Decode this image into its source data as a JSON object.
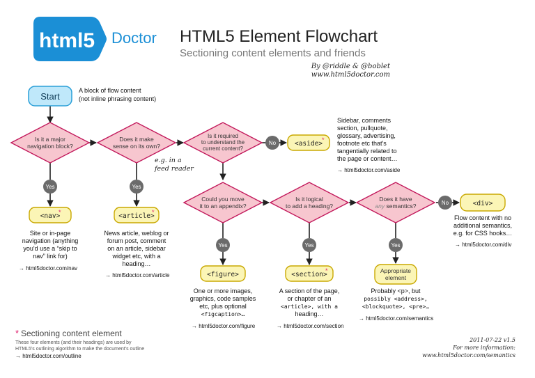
{
  "header": {
    "logo_text": "html5",
    "logo_word": "Doctor",
    "title": "HTML5 Element Flowchart",
    "subtitle": "Sectioning content elements and friends",
    "byline": "By @riddle & @boblet",
    "site": "www.html5doctor.com"
  },
  "start": {
    "label": "Start",
    "note": [
      "A block of flow content",
      "(not inline phrasing content)"
    ]
  },
  "questions": {
    "nav": [
      "Is it a major",
      "navigation block?"
    ],
    "article": [
      "Does it make",
      "sense on its own?"
    ],
    "aside": [
      "Is it required",
      "to understand the",
      "current content?"
    ],
    "figure": [
      "Could you move",
      "it to an appendix?"
    ],
    "section": [
      "Is it logical",
      "to add a heading?"
    ],
    "semantics": [
      "Does it have",
      "any",
      "semantics?"
    ]
  },
  "answers": {
    "yes": "Yes",
    "no": "No"
  },
  "feed_note": [
    "e.g. in a",
    "feed reader"
  ],
  "elements": {
    "nav": "<nav>",
    "article": "<article>",
    "aside": "<aside>",
    "figure": "<figure>",
    "section": "<section>",
    "div": "<div>",
    "appropriate": [
      "Appropriate",
      "element"
    ]
  },
  "descriptions": {
    "nav": [
      "Site or in-page",
      "navigation (anything",
      "you'd use a “skip to",
      "nav” link for)"
    ],
    "article": [
      "News article, weblog or",
      "forum post, comment",
      "on an article, sidebar",
      "widget etc, with a",
      "heading…"
    ],
    "aside": [
      "Sidebar, comments",
      "section, pullquote,",
      "glossary, advertising,",
      "footnote etc that's",
      "tangentially related to",
      "the page or content…"
    ],
    "figure": [
      "One or more images,",
      "graphics, code samples",
      "etc, plus optional",
      "<figcaption>…"
    ],
    "section": [
      "A section of the page,",
      "or chapter of an",
      "<article>, with a",
      "heading…"
    ],
    "semantics": [
      "Probably <p>, but",
      "possibly <address>,",
      "<blockquote>, <pre>…"
    ],
    "div": [
      "Flow content with no",
      "additional semantics,",
      "e.g. for CSS hooks…"
    ]
  },
  "links": {
    "nav": "→ html5doctor.com/nav",
    "article": "→ html5doctor.com/article",
    "aside": "→ html5doctor.com/aside",
    "figure": "→ html5doctor.com/figure",
    "section": "→ html5doctor.com/section",
    "semantics": "→ html5doctor.com/semantics",
    "div": "→ html5doctor.com/div"
  },
  "legend": {
    "asterisk": "*",
    "title": "Sectioning content element",
    "text": [
      "These four elements (and their headings) are used by",
      "HTML5's outlining algorithm to make the document's outline"
    ],
    "link": "→ html5doctor.com/outline"
  },
  "footer": [
    "2011-07-22 v1.5",
    "For more information:",
    "www.html5doctor.com/semantics"
  ],
  "colors": {
    "brand_blue": "#1b8fd6",
    "diamond_fill": "#f7c6cf",
    "diamond_stroke": "#c2185b",
    "element_fill": "#fbf5b6",
    "element_stroke": "#c9a800",
    "start_fill": "#bfe8fa",
    "start_stroke": "#2a9fd8",
    "yes_no_fill": "#6b6b6b",
    "asterisk": "#e0206e",
    "text_dark": "#1b1b1b",
    "text_grey": "#666666"
  }
}
